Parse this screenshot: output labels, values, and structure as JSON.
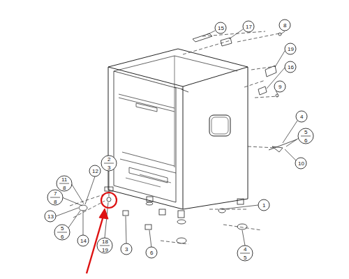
{
  "diagram": {
    "labels": [
      "15",
      "17",
      "8",
      "19",
      "16",
      "9",
      "4",
      "5",
      "6",
      "10",
      "1",
      "4",
      "5",
      "6",
      "3",
      "18",
      "19",
      "14",
      "5",
      "6",
      "13",
      "7",
      "8",
      "11",
      "8",
      "12",
      "2",
      "3"
    ]
  }
}
